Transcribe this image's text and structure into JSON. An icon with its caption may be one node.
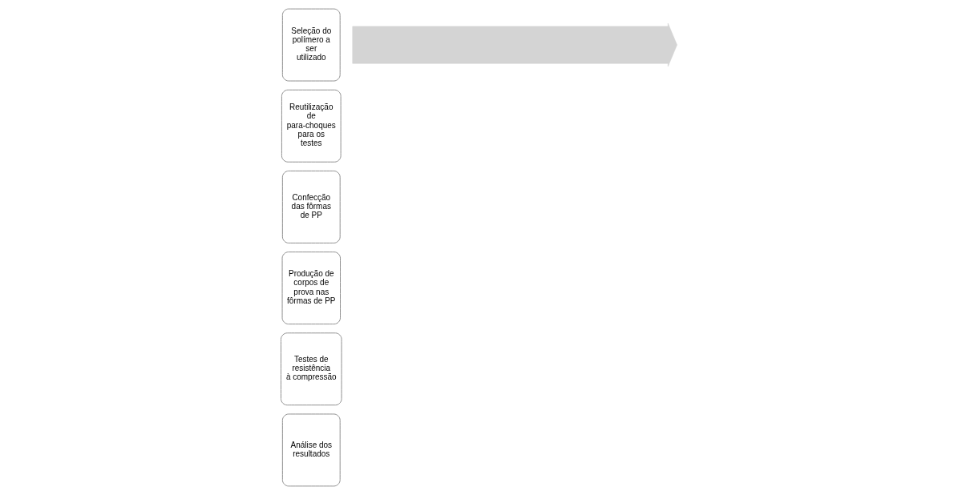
{
  "diagram": {
    "nodes": [
      {
        "text": [],
        "shape": "arrow"
      },
      {
        "text": [
          "Seleção do polímero a ser utilizado"
        ]
      },
      {
        "text": [
          "Reutilização de para-choques para os testes"
        ]
      },
      {
        "text": [
          "Confecção das fôrmas de PP"
        ]
      },
      {
        "text": [
          "Produção de corpos de prova nas fôrmas de PP"
        ]
      },
      {
        "text": [
          "Testes de resistência à compressão"
        ]
      },
      {
        "text": [
          "Análise dos resultados"
        ]
      }
    ],
    "edges": []
  }
}
